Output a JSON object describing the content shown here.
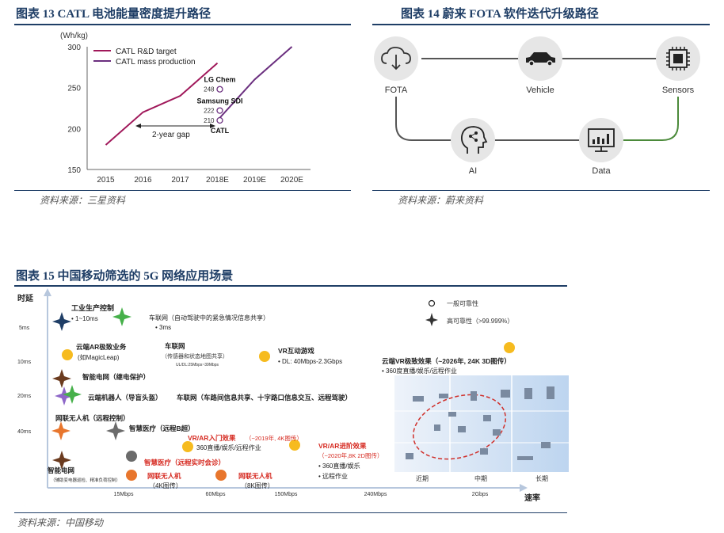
{
  "fig13": {
    "title": "图表 13   CATL 电池能量密度提升路径",
    "source": "资料来源：三星资料"
  },
  "fig14": {
    "title": "图表 14   蔚来 FOTA 软件迭代升级路径",
    "source": "资料来源：蔚来资料",
    "nodes": {
      "fota": "FOTA",
      "vehicle": "Vehicle",
      "sensors": "Sensors",
      "ai": "AI",
      "data": "Data"
    }
  },
  "fig15": {
    "title": "图表 15   中国移动筛选的 5G 网络应用场景",
    "source": "资料来源：中国移动",
    "y_axis": "时延",
    "x_axis": "速率",
    "y_ticks": [
      "5ms",
      "10ms",
      "20ms",
      "40ms"
    ],
    "x_ticks": [
      "15Mbps",
      "60Mbps",
      "150Mbps",
      "240Mbps",
      "2Gbps"
    ],
    "legend": {
      "normal": "一般可靠性",
      "high": "高可靠性（>99.999%）"
    },
    "labels": {
      "industrial": "工业生产控制",
      "industrial_sub": "•  1~10ms",
      "v2x1": "车联网（自动驾驶中的紧急情况信息共享）",
      "v2x1_sub": "•  3ms",
      "cloud_ar": "云端AR极致业务",
      "cloud_ar_sub": "(如MagicLeap)",
      "v2x2": "车联网",
      "v2x2_sub": "（传感器和状态地图共享）",
      "v2x2_sub2": "UL/DL:25Mbps~39Mbps",
      "vr_game": "VR互动游戏",
      "vr_game_sub": "•  DL: 40Mbps-2.3Gbps",
      "cloud_vr": "云端VR极致效果（~2026年, 24K 3D图传）",
      "cloud_vr_sub": "•  360度直播/娱乐/远程作业",
      "smart_grid1": "智能电网（继电保护）",
      "cloud_robot": "云端机器人（导盲头盔）",
      "v2x3": "车联网（车路间信息共享、十字路口信息交互、远程驾驶）",
      "drone1": "网联无人机（远程控制）",
      "smart_med1": "智慧医疗（远程B超）",
      "vr_ar_entry": "VR/AR入门效果",
      "vr_ar_entry_note": "（~2019年, 4K图传）",
      "vr_ar_entry_sub": "360直播/娱乐/远程作业",
      "vr_ar_adv": "VR/AR进阶效果",
      "vr_ar_adv_note": "（~2020年,8K 2D图传）",
      "vr_ar_adv_sub1": "•  360直播/娱乐",
      "vr_ar_adv_sub2": "•  远程作业",
      "smart_grid2": "智能电网",
      "smart_grid2_sub": "（辅助变电器巡检、精准负荷控制）",
      "smart_med2": "智慧医疗（远程实时会诊）",
      "drone2": "网联无人机",
      "drone2_sub": "（4K图传）",
      "drone3": "网联无人机",
      "drone3_sub": "（8K图传）",
      "right_near": "近期",
      "right_mid": "中期",
      "right_far": "长期"
    }
  },
  "chart_data": {
    "type": "line",
    "yunit": "(Wh/kg)",
    "x": [
      "2015",
      "2016",
      "2017",
      "2018E",
      "2019E",
      "2020E"
    ],
    "ylim": [
      150,
      300
    ],
    "y_ticks": [
      150,
      200,
      250,
      300
    ],
    "grid": false,
    "legend_position": "top-left",
    "series": [
      {
        "name": "CATL R&D target",
        "color": "#a0185a",
        "values": [
          180,
          220,
          240,
          280,
          null,
          null
        ]
      },
      {
        "name": "CATL mass production",
        "color": "#6b2f7f",
        "values": [
          null,
          null,
          null,
          210,
          260,
          300
        ]
      }
    ],
    "markers": [
      {
        "label": "LG Chem",
        "value": 248,
        "x": "2018E"
      },
      {
        "label": "Samsung SDI",
        "value": 222,
        "x": "2018E"
      },
      {
        "label": "CATL",
        "value": 210,
        "x": "2018E"
      }
    ],
    "annotation": "2-year gap"
  }
}
